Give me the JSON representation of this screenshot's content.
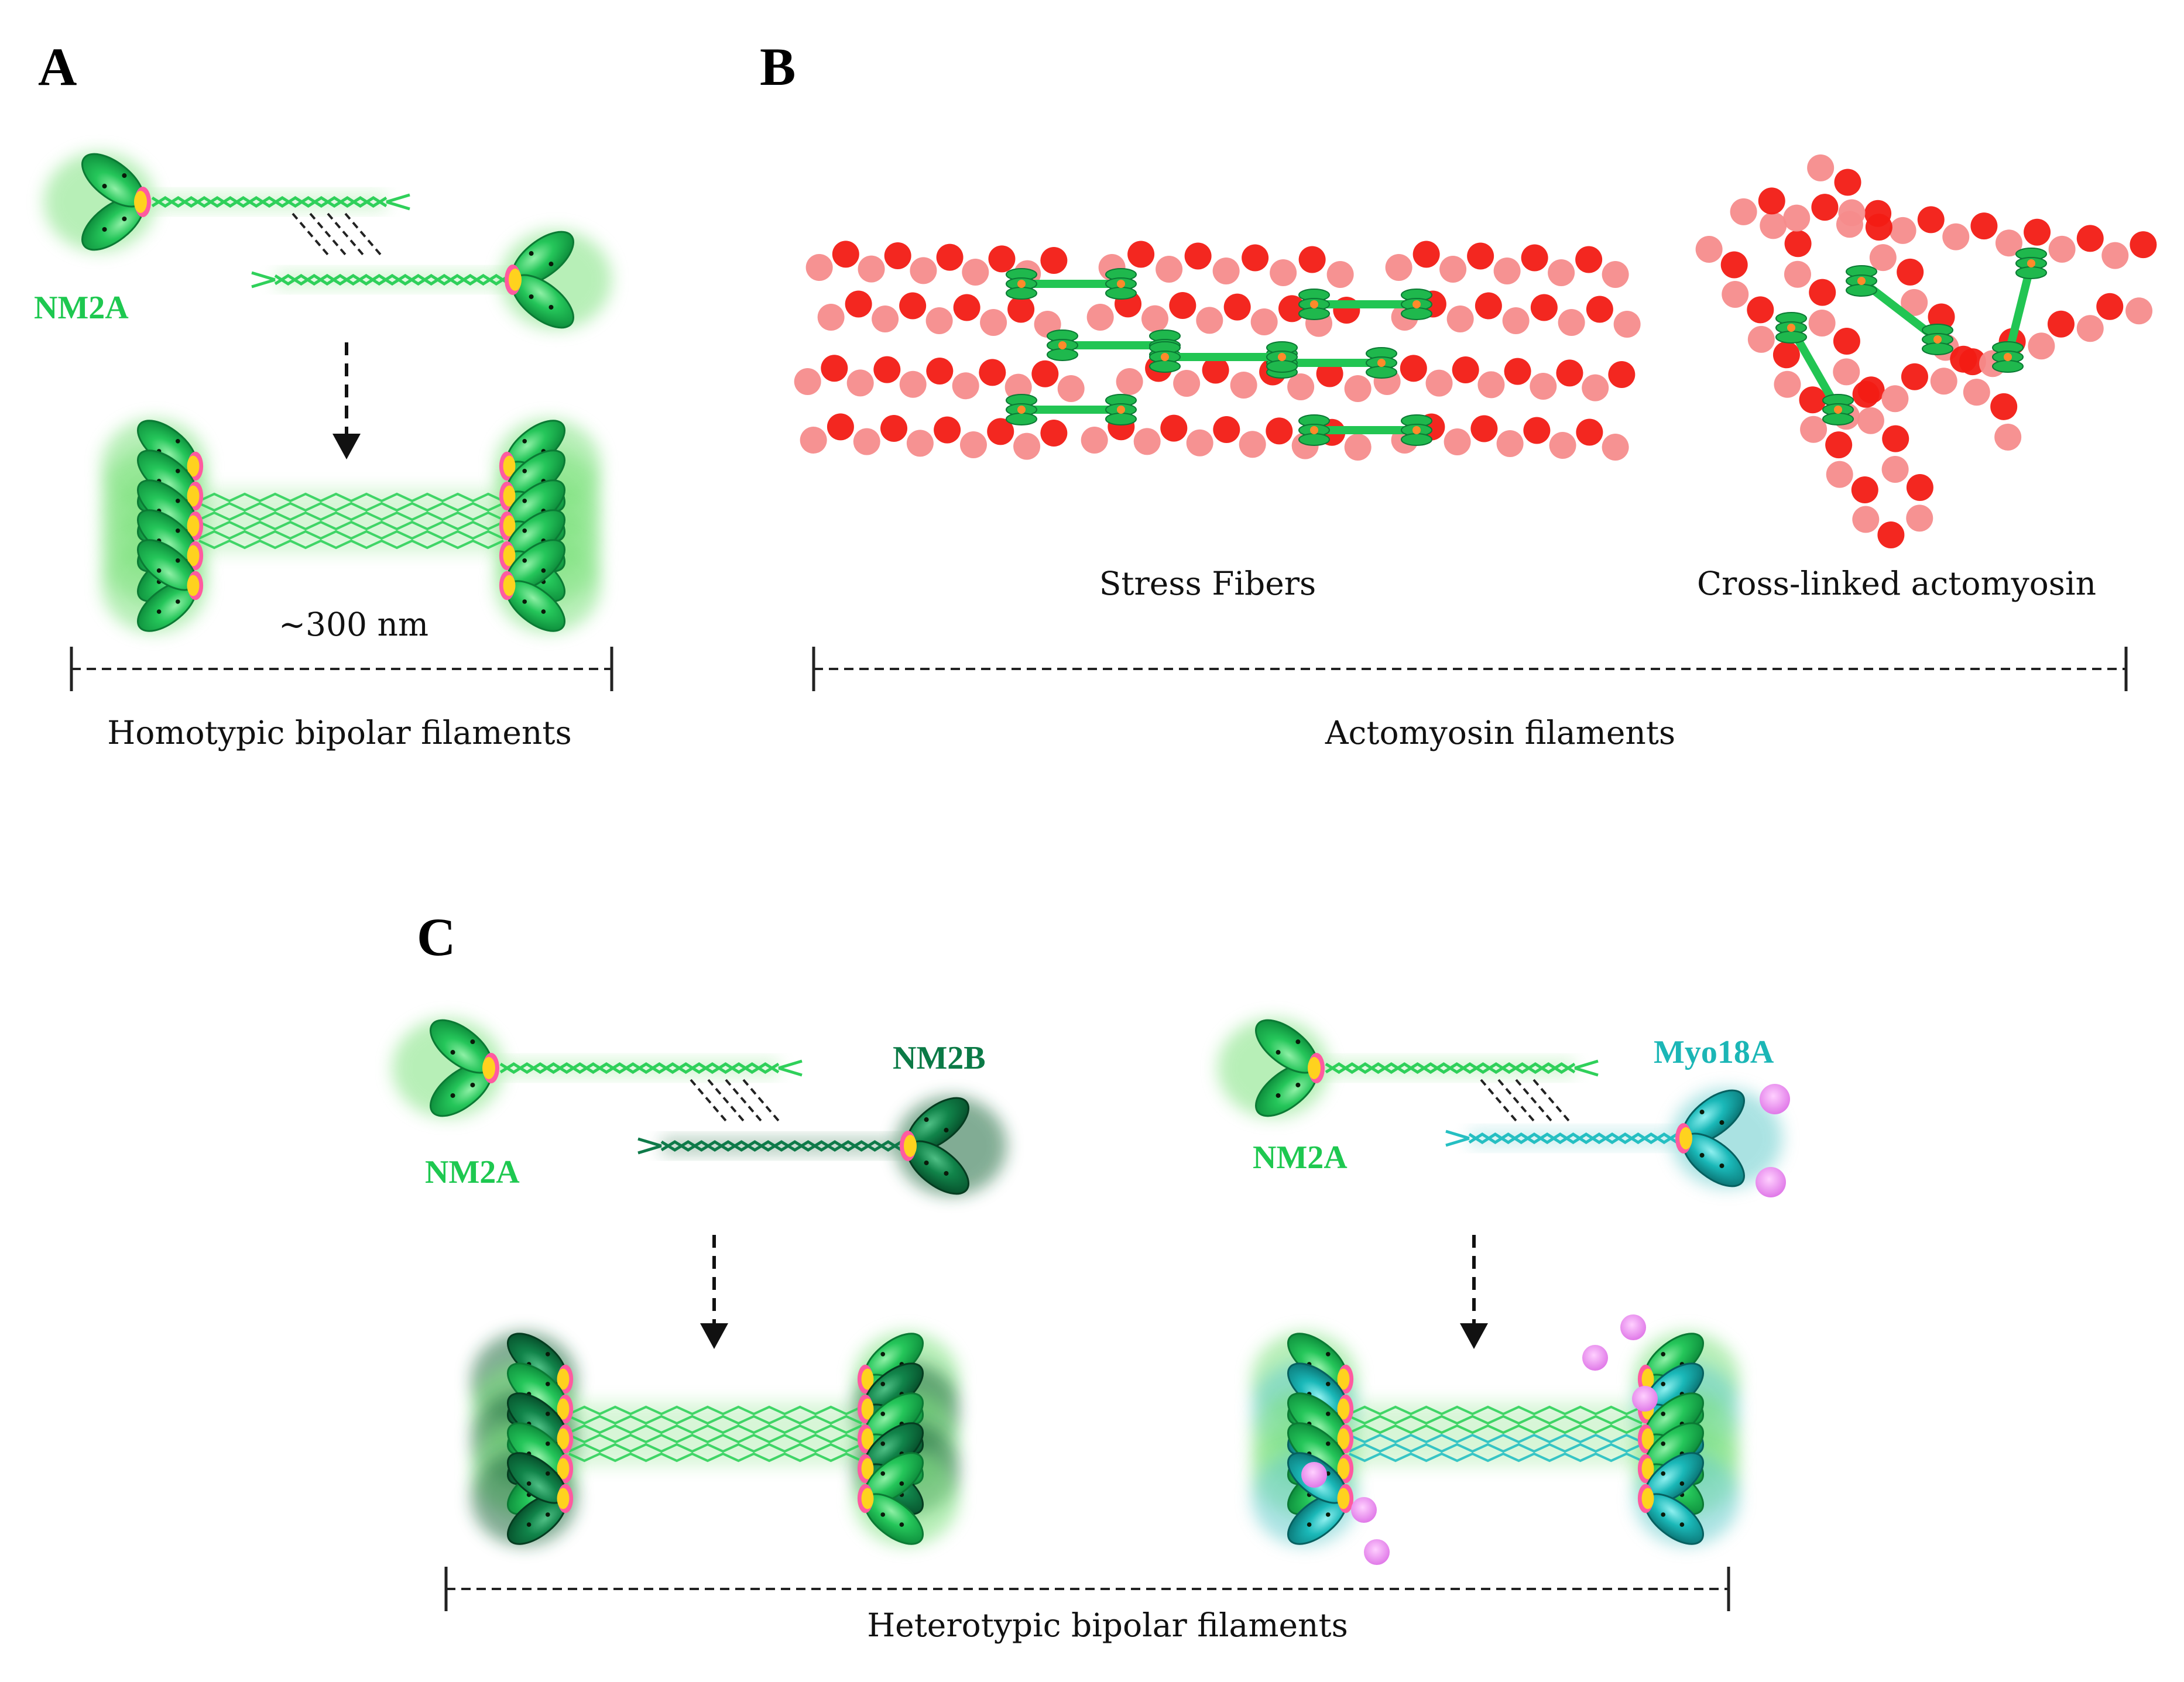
{
  "panels": {
    "a": {
      "letter": "A",
      "protein_label": "NM2A",
      "length_label": "~300 nm",
      "caption": "Homotypic bipolar filaments"
    },
    "b": {
      "letter": "B",
      "stress_fibers_label": "Stress Fibers",
      "crosslinked_label": "Cross-linked actomyosin",
      "caption": "Actomyosin filaments"
    },
    "c": {
      "letter": "C",
      "left_label_1": "NM2A",
      "left_label_2": "NM2B",
      "right_label_1": "NM2A",
      "right_label_2": "Myo18A",
      "caption": "Heterotypic bipolar filaments"
    }
  },
  "colors": {
    "nm2a": "#1ec850",
    "nm2b": "#0b8a4c",
    "myo18a": "#1bb6b6",
    "actin_dark": "#f21b14",
    "actin_light": "#f58c8c",
    "light_chain": "#ff5aa0",
    "light_chain_2": "#ffd21e",
    "myo18a_pdz": "#ee82ee"
  }
}
